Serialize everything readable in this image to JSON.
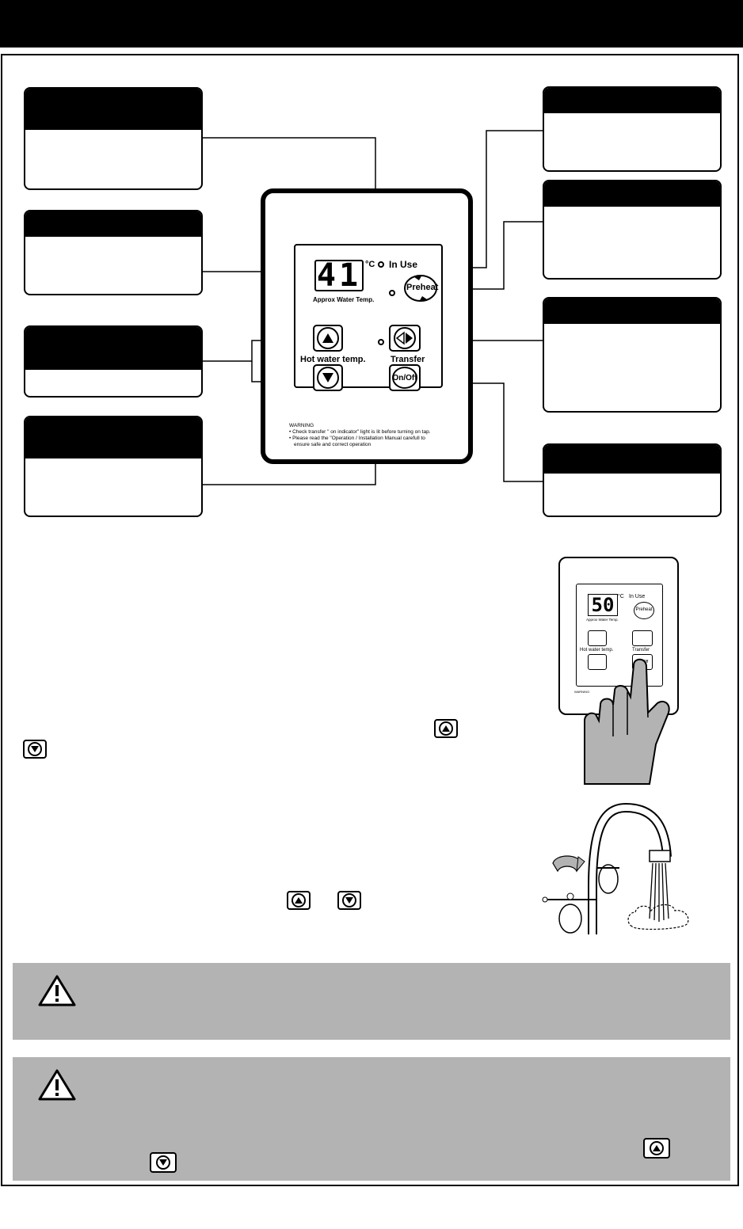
{
  "panel": {
    "display_value": "41",
    "unit_label": "°C",
    "in_use_label": "In Use",
    "approx_label": "Approx Water Temp.",
    "preheat_label": "Preheat",
    "hot_water_label": "Hot water temp.",
    "transfer_label": "Transfer",
    "onoff_label": "On/Off",
    "warning_title": "WARNING",
    "warning_line1": "• Check transfer \" on indicator\" light is lit before turning on tap.",
    "warning_line2": "• Please read the \"Operation / Installation Manual carefull to",
    "warning_line3": "ensure safe and correct operation"
  },
  "small_panel": {
    "display_value": "50",
    "unit_label": "°C",
    "in_use_label": "In Use",
    "approx_label": "Approx Water Temp.",
    "preheat_label": "Preheat",
    "hot_water_label": "Hot water temp.",
    "transfer_label": "Transfer",
    "onoff_label": "On/Off",
    "warning_title": "WARNING"
  },
  "icons": {
    "up": "up-arrow-icon",
    "down": "down-arrow-icon",
    "warning": "warning-triangle-icon"
  },
  "colors": {
    "header_bar": "#000000",
    "warning_bg": "#b3b3b3"
  }
}
